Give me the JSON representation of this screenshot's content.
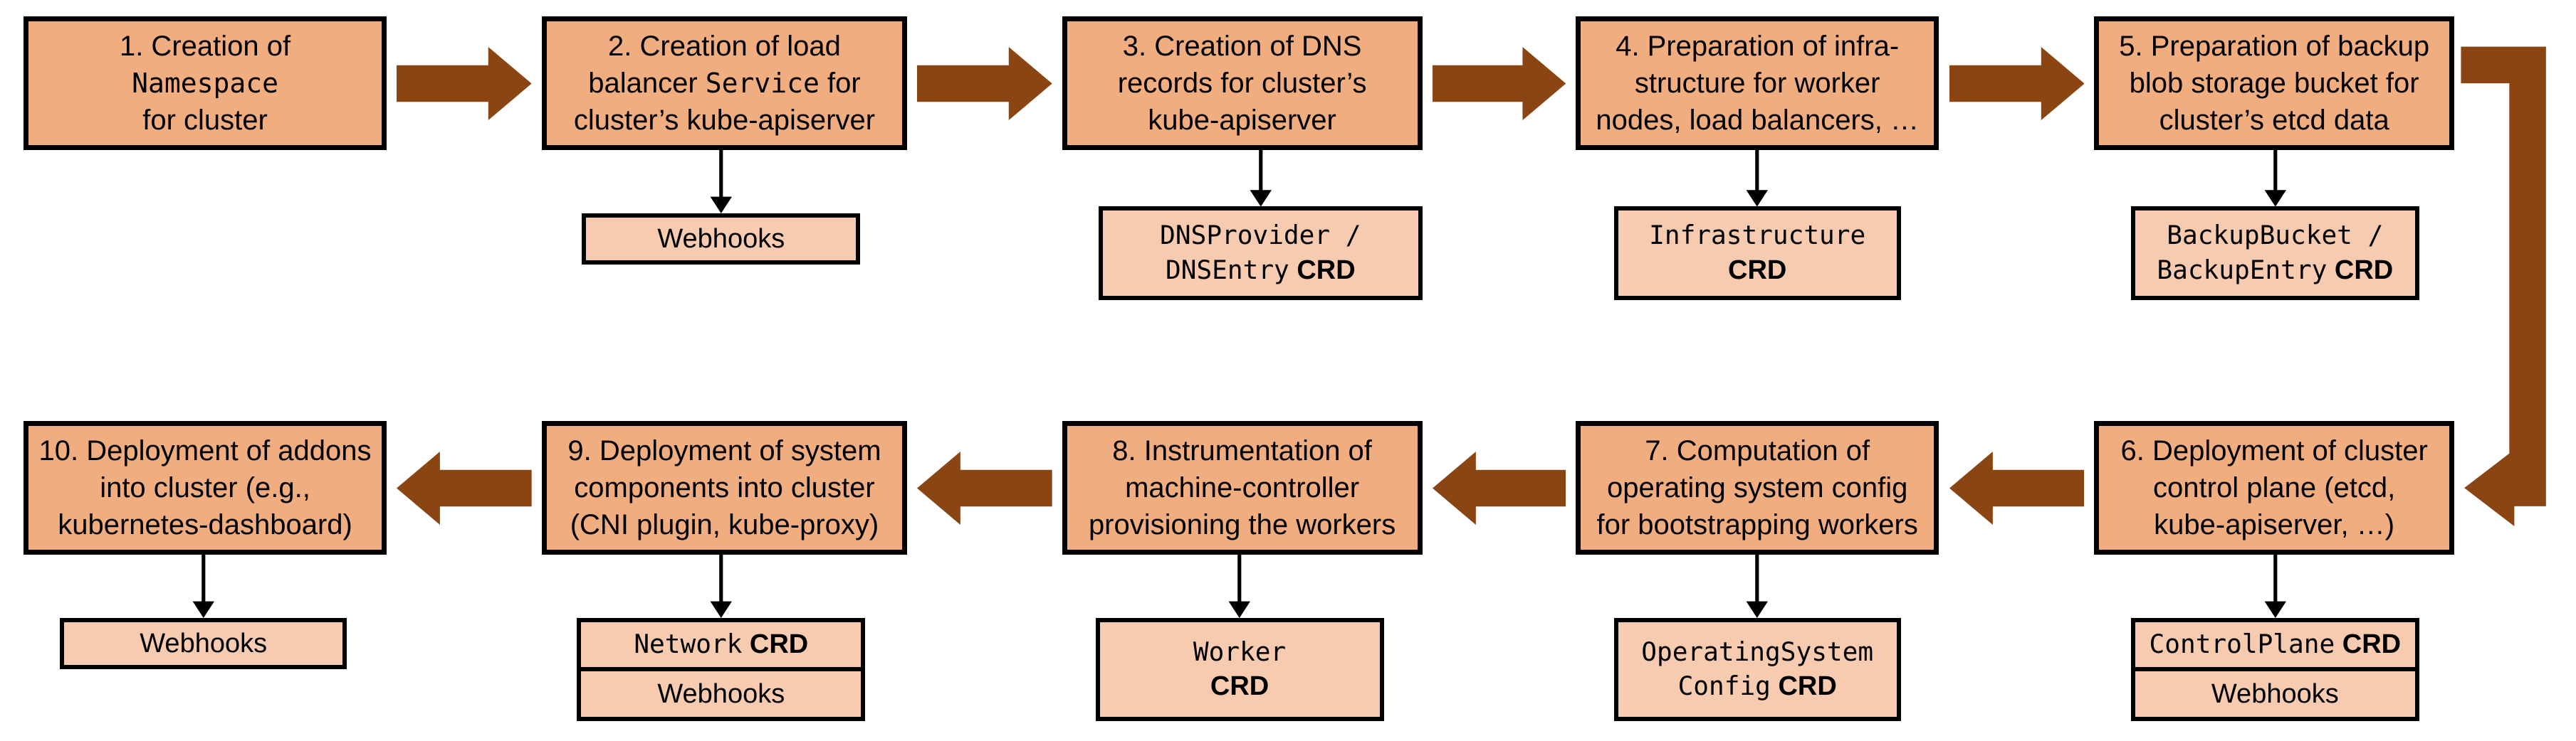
{
  "diagram": {
    "title": "Gardener cluster reconciliation flow",
    "colors": {
      "step_fill": "#F0AD80",
      "sub_fill": "#F6CBAF",
      "outline": "#000000",
      "arrow": "#8B4513",
      "background": "#FFFFFF"
    }
  },
  "steps": [
    {
      "id": "step-1",
      "number": "1.",
      "lines": [
        [
          {
            "t": "1. Creation of",
            "style": "normal"
          }
        ],
        [
          {
            "t": "Namespace",
            "style": "mono"
          }
        ],
        [
          {
            "t": "for cluster",
            "style": "normal"
          }
        ]
      ],
      "plain": "1. Creation of Namespace for cluster"
    },
    {
      "id": "step-2",
      "number": "2.",
      "lines": [
        [
          {
            "t": "2. Creation of load",
            "style": "normal"
          }
        ],
        [
          {
            "t": "balancer ",
            "style": "normal"
          },
          {
            "t": "Service",
            "style": "mono"
          },
          {
            "t": " for",
            "style": "normal"
          }
        ],
        [
          {
            "t": "cluster’s kube-apiserver",
            "style": "normal"
          }
        ]
      ],
      "plain": "2. Creation of load balancer Service for cluster’s kube-apiserver"
    },
    {
      "id": "step-3",
      "number": "3.",
      "lines": [
        [
          {
            "t": "3. Creation of DNS",
            "style": "normal"
          }
        ],
        [
          {
            "t": "records for cluster’s",
            "style": "normal"
          }
        ],
        [
          {
            "t": "kube-apiserver",
            "style": "normal"
          }
        ]
      ],
      "plain": "3. Creation of DNS records for cluster’s kube-apiserver"
    },
    {
      "id": "step-4",
      "number": "4.",
      "lines": [
        [
          {
            "t": "4. Preparation of infra-",
            "style": "normal"
          }
        ],
        [
          {
            "t": "structure for worker",
            "style": "normal"
          }
        ],
        [
          {
            "t": "nodes, load balancers, …",
            "style": "normal"
          }
        ]
      ],
      "plain": "4. Preparation of infrastructure for worker nodes, load balancers, …"
    },
    {
      "id": "step-5",
      "number": "5.",
      "lines": [
        [
          {
            "t": "5. Preparation of backup",
            "style": "normal"
          }
        ],
        [
          {
            "t": "blob storage bucket for",
            "style": "normal"
          }
        ],
        [
          {
            "t": "cluster’s etcd data",
            "style": "normal"
          }
        ]
      ],
      "plain": "5. Preparation of backup blob storage bucket for cluster’s etcd data"
    },
    {
      "id": "step-6",
      "number": "6.",
      "lines": [
        [
          {
            "t": "6. Deployment of cluster",
            "style": "normal"
          }
        ],
        [
          {
            "t": "control plane (etcd,",
            "style": "normal"
          }
        ],
        [
          {
            "t": "kube-apiserver, …)",
            "style": "normal"
          }
        ]
      ],
      "plain": "6. Deployment of cluster control plane (etcd, kube-apiserver, …)"
    },
    {
      "id": "step-7",
      "number": "7.",
      "lines": [
        [
          {
            "t": "7. Computation of",
            "style": "normal"
          }
        ],
        [
          {
            "t": "operating system config",
            "style": "normal"
          }
        ],
        [
          {
            "t": "for bootstrapping workers",
            "style": "normal"
          }
        ]
      ],
      "plain": "7. Computation of operating system config for bootstrapping workers"
    },
    {
      "id": "step-8",
      "number": "8.",
      "lines": [
        [
          {
            "t": "8. Instrumentation of",
            "style": "normal"
          }
        ],
        [
          {
            "t": "machine-controller",
            "style": "normal"
          }
        ],
        [
          {
            "t": "provisioning the workers",
            "style": "normal"
          }
        ]
      ],
      "plain": "8. Instrumentation of machine-controller provisioning the workers"
    },
    {
      "id": "step-9",
      "number": "9.",
      "lines": [
        [
          {
            "t": "9. Deployment of system",
            "style": "normal"
          }
        ],
        [
          {
            "t": "components into cluster",
            "style": "normal"
          }
        ],
        [
          {
            "t": "(CNI plugin, kube-proxy)",
            "style": "normal"
          }
        ]
      ],
      "plain": "9. Deployment of system components into cluster (CNI plugin, kube-proxy)"
    },
    {
      "id": "step-10",
      "number": "10.",
      "lines": [
        [
          {
            "t": "10. Deployment of addons",
            "style": "normal"
          }
        ],
        [
          {
            "t": "into cluster (e.g.,",
            "style": "normal"
          }
        ],
        [
          {
            "t": "kubernetes-dashboard)",
            "style": "normal"
          }
        ]
      ],
      "plain": "10. Deployment of addons into cluster (e.g., kubernetes-dashboard)"
    }
  ],
  "artifacts": [
    {
      "id": "artifact-2",
      "parent": "step-2",
      "rows": [
        {
          "lines": [
            [
              {
                "t": "Webhooks",
                "style": "normal"
              }
            ]
          ],
          "plain": "Webhooks"
        }
      ]
    },
    {
      "id": "artifact-3",
      "parent": "step-3",
      "rows": [
        {
          "lines": [
            [
              {
                "t": "DNSProvider /",
                "style": "mono"
              }
            ],
            [
              {
                "t": "DNSEntry",
                "style": "mono"
              },
              {
                "t": " CRD",
                "style": "bold"
              }
            ]
          ],
          "plain": "DNSProvider / DNSEntry CRD"
        }
      ]
    },
    {
      "id": "artifact-4",
      "parent": "step-4",
      "rows": [
        {
          "lines": [
            [
              {
                "t": "Infrastructure",
                "style": "mono"
              }
            ],
            [
              {
                "t": "CRD",
                "style": "bold"
              }
            ]
          ],
          "plain": "Infrastructure CRD"
        }
      ]
    },
    {
      "id": "artifact-5",
      "parent": "step-5",
      "rows": [
        {
          "lines": [
            [
              {
                "t": "BackupBucket /",
                "style": "mono"
              }
            ],
            [
              {
                "t": "BackupEntry",
                "style": "mono"
              },
              {
                "t": " CRD",
                "style": "bold"
              }
            ]
          ],
          "plain": "BackupBucket / BackupEntry CRD"
        }
      ]
    },
    {
      "id": "artifact-6",
      "parent": "step-6",
      "rows": [
        {
          "lines": [
            [
              {
                "t": "ControlPlane",
                "style": "mono"
              },
              {
                "t": " CRD",
                "style": "bold"
              }
            ]
          ],
          "plain": "ControlPlane CRD"
        },
        {
          "lines": [
            [
              {
                "t": "Webhooks",
                "style": "normal"
              }
            ]
          ],
          "plain": "Webhooks"
        }
      ]
    },
    {
      "id": "artifact-7",
      "parent": "step-7",
      "rows": [
        {
          "lines": [
            [
              {
                "t": "OperatingSystem",
                "style": "mono"
              }
            ],
            [
              {
                "t": "Config",
                "style": "mono"
              },
              {
                "t": " CRD",
                "style": "bold"
              }
            ]
          ],
          "plain": "OperatingSystemConfig CRD"
        }
      ]
    },
    {
      "id": "artifact-8",
      "parent": "step-8",
      "rows": [
        {
          "lines": [
            [
              {
                "t": "Worker",
                "style": "mono"
              }
            ],
            [
              {
                "t": "CRD",
                "style": "bold"
              }
            ]
          ],
          "plain": "Worker CRD"
        }
      ]
    },
    {
      "id": "artifact-9",
      "parent": "step-9",
      "rows": [
        {
          "lines": [
            [
              {
                "t": "Network",
                "style": "mono"
              },
              {
                "t": " CRD",
                "style": "bold"
              }
            ]
          ],
          "plain": "Network CRD"
        },
        {
          "lines": [
            [
              {
                "t": "Webhooks",
                "style": "normal"
              }
            ]
          ],
          "plain": "Webhooks"
        }
      ]
    },
    {
      "id": "artifact-10",
      "parent": "step-10",
      "rows": [
        {
          "lines": [
            [
              {
                "t": "Webhooks",
                "style": "normal"
              }
            ]
          ],
          "plain": "Webhooks"
        }
      ]
    }
  ],
  "flow_arrows": [
    {
      "id": "arrow-1-2",
      "from": "step-1",
      "to": "step-2",
      "direction": "right"
    },
    {
      "id": "arrow-2-3",
      "from": "step-2",
      "to": "step-3",
      "direction": "right"
    },
    {
      "id": "arrow-3-4",
      "from": "step-3",
      "to": "step-4",
      "direction": "right"
    },
    {
      "id": "arrow-4-5",
      "from": "step-4",
      "to": "step-5",
      "direction": "right"
    },
    {
      "id": "arrow-5-6",
      "from": "step-5",
      "to": "step-6",
      "direction": "wrap-down-left"
    },
    {
      "id": "arrow-6-7",
      "from": "step-6",
      "to": "step-7",
      "direction": "left"
    },
    {
      "id": "arrow-7-8",
      "from": "step-7",
      "to": "step-8",
      "direction": "left"
    },
    {
      "id": "arrow-8-9",
      "from": "step-8",
      "to": "step-9",
      "direction": "left"
    },
    {
      "id": "arrow-9-10",
      "from": "step-9",
      "to": "step-10",
      "direction": "left"
    }
  ]
}
